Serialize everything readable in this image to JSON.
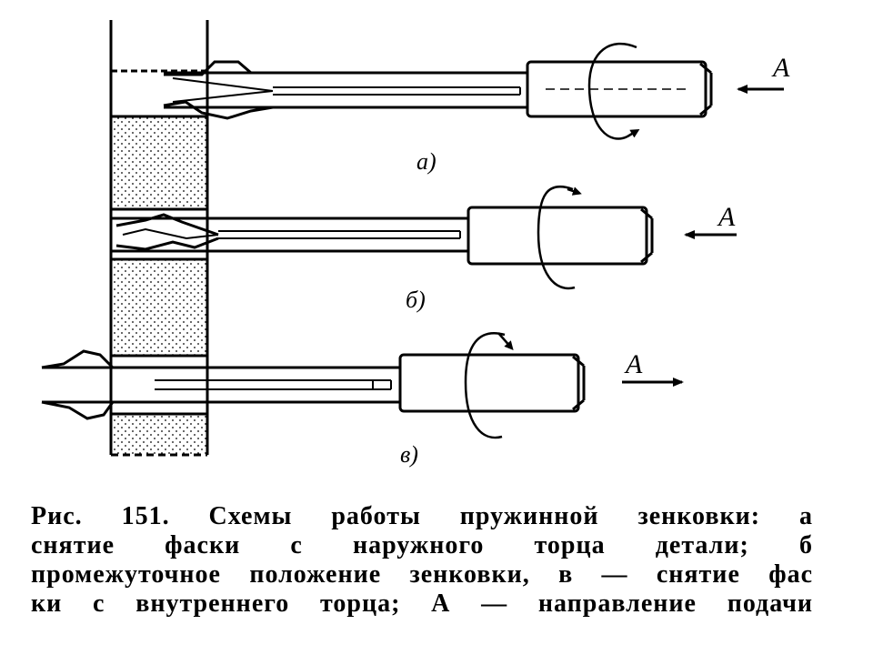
{
  "figure": {
    "direction_label": "A",
    "panels": [
      {
        "label": "а)"
      },
      {
        "label": "б)"
      },
      {
        "label": "в)"
      }
    ]
  },
  "caption": {
    "lines": [
      "Рис. 151. Схемы работы пружинной зенковки: а",
      "снятие фаски с наружного торца детали; б",
      "промежуточное положение зенковки, в — снятие фас",
      "ки с внутреннего торца; А — направление подачи"
    ]
  },
  "colors": {
    "ink": "#000000",
    "paper": "#ffffff"
  }
}
